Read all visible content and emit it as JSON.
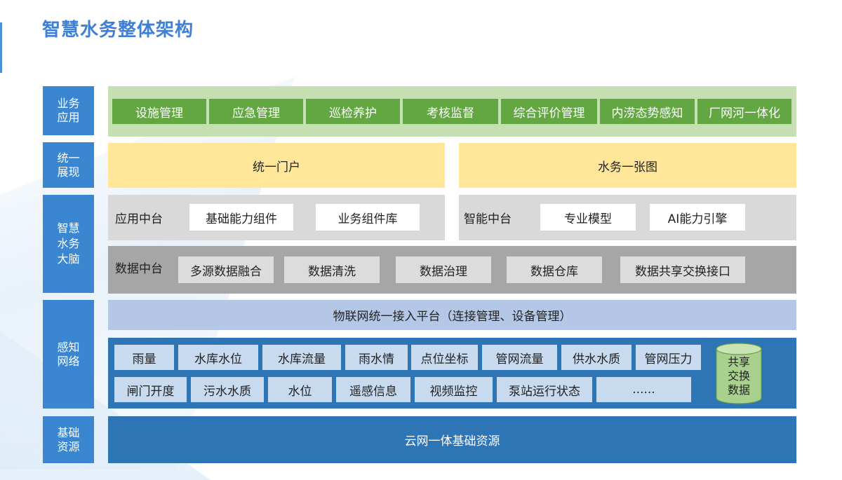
{
  "title": "智慧水务整体架构",
  "categories": {
    "business": "业务\n应用",
    "display": "统一\n展现",
    "brain": "智慧\n水务\n大脑",
    "sensing": "感知\n网络",
    "base": "基础\n资源"
  },
  "business_apps": [
    "设施管理",
    "应急管理",
    "巡检养护",
    "考核监督",
    "综合评价管理",
    "内涝态势感知",
    "厂网河一体化"
  ],
  "display": {
    "portal": "统一门户",
    "map": "水务一张图"
  },
  "app_platform": {
    "label": "应用中台",
    "items": [
      "基础能力组件",
      "业务组件库"
    ]
  },
  "ai_platform": {
    "label": "智能中台",
    "items": [
      "专业模型",
      "AI能力引擎"
    ]
  },
  "data_platform": {
    "label": "数据中台",
    "items": [
      "多源数据融合",
      "数据清洗",
      "数据治理",
      "数据仓库",
      "数据共享交换接口"
    ]
  },
  "iot_platform": "物联网统一接入平台（连接管理、设备管理）",
  "sensing_row1": [
    "雨量",
    "水库水位",
    "水库流量",
    "雨水情",
    "点位坐标",
    "管网流量",
    "供水水质",
    "管网压力"
  ],
  "sensing_row2": [
    "闸门开度",
    "污水水质",
    "水位",
    "遥感信息",
    "视频监控",
    "泵站运行状态",
    "......"
  ],
  "shared_data": "共享\n交换\n数据",
  "base_resource": "云网一体基础资源",
  "colors": {
    "title": "#3f7fd6",
    "category": "#3a86d0",
    "green_band": "#c6e0b4",
    "green_cell": "#62a741",
    "yellow": "#ffe699",
    "gray_band": "#d9d9d9",
    "dark_gray_band": "#a6a6a6",
    "light_blue_band": "#b4c7e7",
    "blue_band": "#2e75b6",
    "cylinder": "#a9d18e"
  }
}
